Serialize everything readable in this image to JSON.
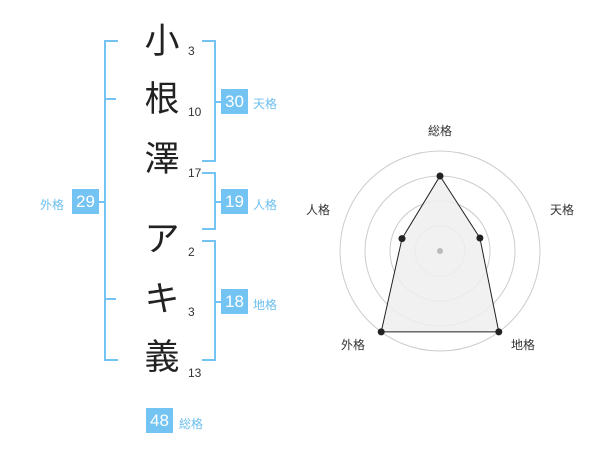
{
  "name_chars": [
    {
      "char": "小",
      "strokes": "3"
    },
    {
      "char": "根",
      "strokes": "10"
    },
    {
      "char": "澤",
      "strokes": "17"
    },
    {
      "char": "ア",
      "strokes": "2"
    },
    {
      "char": "キ",
      "strokes": "3"
    },
    {
      "char": "義",
      "strokes": "13"
    }
  ],
  "fortunes": {
    "tenkaku": {
      "label": "天格",
      "value": "30"
    },
    "jinkaku": {
      "label": "人格",
      "value": "19"
    },
    "chikaku": {
      "label": "地格",
      "value": "18"
    },
    "gaikaku": {
      "label": "外格",
      "value": "29"
    },
    "soukaku": {
      "label": "総格",
      "value": "48"
    }
  },
  "chart_data": {
    "type": "radar",
    "axes": [
      "総格",
      "天格",
      "地格",
      "外格",
      "人格"
    ],
    "values": [
      0.75,
      0.42,
      1.0,
      1.0,
      0.4
    ],
    "rings": 4,
    "colors": {
      "ring": "#cccccc",
      "fill": "#eeeeee",
      "line": "#222222",
      "point": "#222222",
      "center": "#bbbbbb"
    }
  },
  "colors": {
    "bracket": "#74c4f3",
    "badge": "#74c4f3"
  }
}
